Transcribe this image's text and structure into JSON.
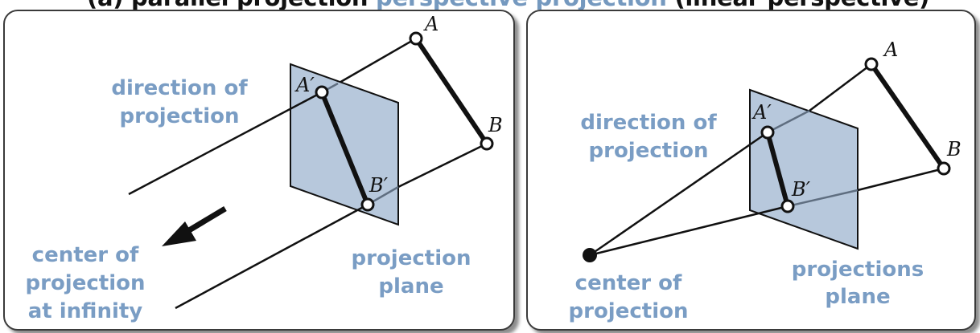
{
  "header": {
    "part1": "(a) parallel projection",
    "part2": "perspective projection",
    "part3": "(linear perspective)"
  },
  "left_panel": {
    "point_a": "A",
    "point_b": "B",
    "point_a_prime": "A′",
    "point_b_prime": "B′",
    "direction_label": [
      "direction of",
      "projection"
    ],
    "center_label": [
      "center of",
      "projection",
      "at infinity"
    ],
    "plane_label": [
      "projection",
      "plane"
    ]
  },
  "right_panel": {
    "point_a": "A",
    "point_b": "B",
    "point_a_prime": "A′",
    "point_b_prime": "B′",
    "direction_label": [
      "direction of",
      "projection"
    ],
    "center_label": [
      "center of",
      "projection"
    ],
    "plane_label": [
      "projections",
      "plane"
    ]
  },
  "colors": {
    "label_blue": "#7a9dc4",
    "plane_fill": "#b7c8dc",
    "line": "#111111"
  }
}
